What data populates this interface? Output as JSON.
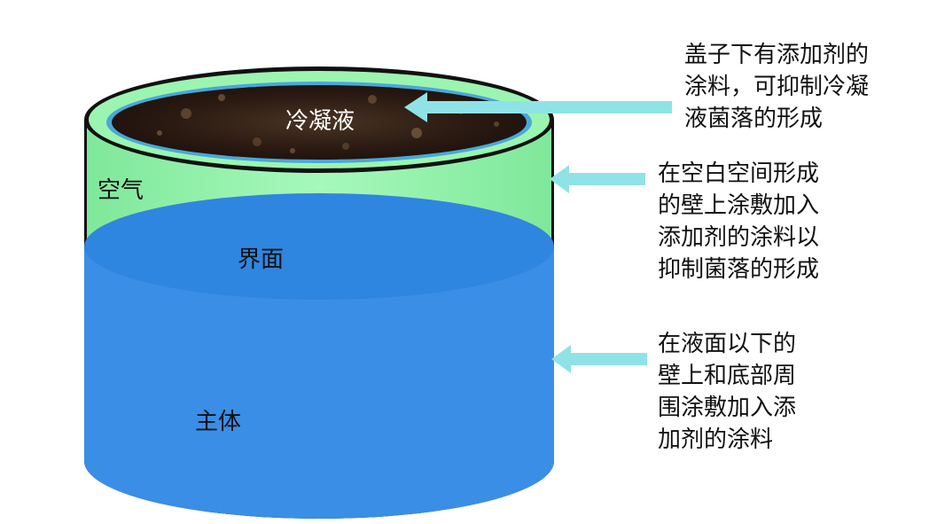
{
  "labels": {
    "condensate": "冷凝液",
    "air": "空气",
    "interface": "界面",
    "body": "主体"
  },
  "annotations": {
    "lid": [
      "盖子下有添加剂的",
      "涂料，可抑制冷凝",
      "液菌落的形成"
    ],
    "headspace": [
      "在空白空间形成",
      "的壁上涂敷加入",
      "添加剂的涂料以",
      "抑制菌落的形成"
    ],
    "below": [
      "在液面以下的",
      "壁上和底部周",
      "围涂敷加入添",
      "加剂的涂料"
    ]
  },
  "colors": {
    "liquid": "#3a8ee6",
    "liquid_top": "#2f86e0",
    "air_wall": "#8ef5a8",
    "rim": "#9bf5b0",
    "rim_inner": "#4aa7d9",
    "arrow": "#8fe3e6",
    "condensate": "#2a1a12"
  }
}
